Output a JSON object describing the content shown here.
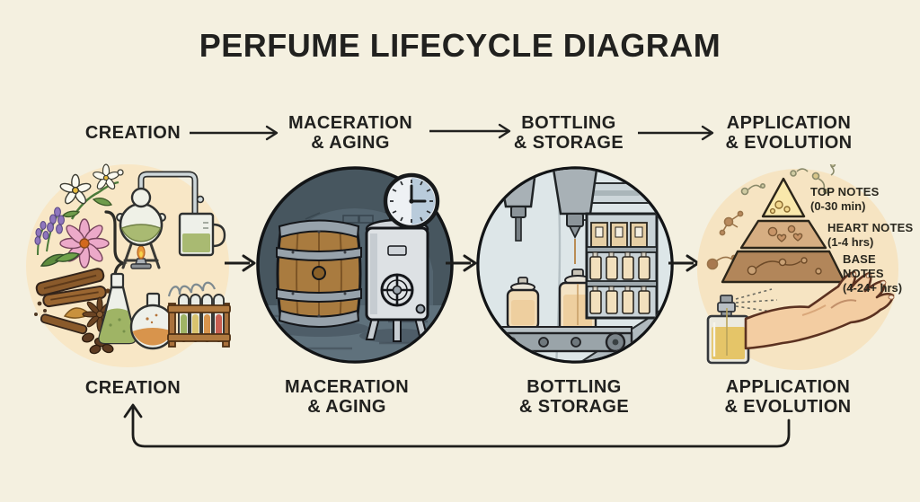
{
  "title": "PERFUME LIFECYCLE DIAGRAM",
  "stages": [
    {
      "line1": "CREATION",
      "line2": "",
      "alt": "raw botanicals, distillation still, flasks and test tubes"
    },
    {
      "line1": "MACERATION",
      "line2": "& AGING",
      "alt": "oak barrel and steel tank aging in a cellar with clock"
    },
    {
      "line1": "BOTTLING",
      "line2": "& STORAGE",
      "alt": "filling machine, perfume bottles on conveyor, stocked shelves"
    },
    {
      "line1": "APPLICATION",
      "line2": "& EVOLUTION",
      "alt": "scent pyramid, spray bottle applied to a wrist"
    }
  ],
  "pyramid": {
    "tiers": [
      {
        "name": "TOP NOTES",
        "duration": "(0-30 min)"
      },
      {
        "name": "HEART NOTES",
        "duration": "(1-4 hrs)"
      },
      {
        "name": "BASE NOTES",
        "duration": "(4-24+ hrs)"
      }
    ]
  },
  "colors": {
    "background": "#f4f0e0",
    "ink": "#21211f",
    "creation_blob": "#f8e7c6",
    "cellar": "#4f5f6c",
    "factory": "#d9e2e5",
    "evolution_blob": "#f6e4c2",
    "pyramid_top": "#f9e8ab",
    "pyramid_heart": "#d6ae82",
    "pyramid_base": "#b2865a"
  }
}
